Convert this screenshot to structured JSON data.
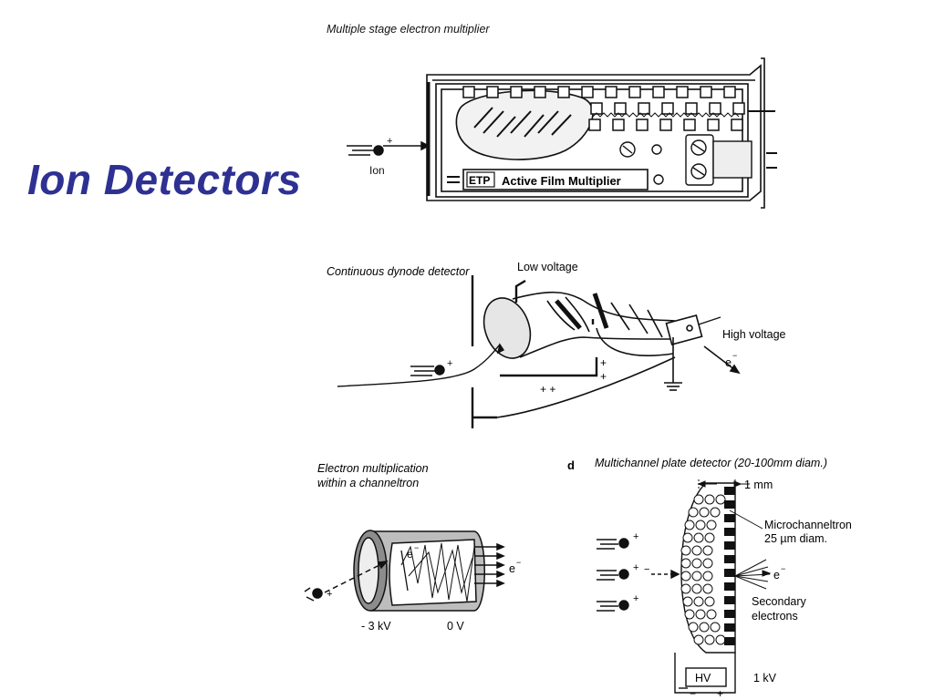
{
  "slide": {
    "title": "Ion Detectors"
  },
  "colors": {
    "title": "#2e3192",
    "ink": "#111111"
  },
  "panels": {
    "multistage": {
      "caption": "Multiple stage electron multiplier",
      "ion_label": "Ion",
      "ion_charge": "+",
      "brand": "ETP",
      "product": "Active Film Multiplier"
    },
    "continuous": {
      "caption": "Continuous dynode detector",
      "low_voltage": "Low voltage",
      "high_voltage": "High voltage",
      "electron": "e",
      "electron_sup": "−",
      "plus_plus": "+ +",
      "plus_a": "+",
      "plus_b": "+",
      "ion_charge": "+"
    },
    "channeltron": {
      "caption_line1": "Electron multiplication",
      "caption_line2": "within a channeltron",
      "minus_3kv": "- 3 kV",
      "zero_v": "0 V",
      "electron_in": "e",
      "electron_in_sup": "−",
      "electron_out": "e",
      "electron_out_sup": "−",
      "ion_charge": "+"
    },
    "mcp": {
      "letter": "d",
      "caption": "Multichannel plate detector (20-100mm  diam.)",
      "one_mm": "1 mm",
      "microchannel_line1": "Microchanneltron",
      "microchannel_line2": "25 µm diam.",
      "electron": "e",
      "electron_sup": "−",
      "secondary_line1": "Secondary",
      "secondary_line2": "electrons",
      "hv": "HV",
      "one_kv": "1 kV",
      "minus": "−",
      "plus": "+",
      "ion_charge_1": "+",
      "ion_charge_2": "+",
      "ion_charge_3": "+"
    }
  }
}
